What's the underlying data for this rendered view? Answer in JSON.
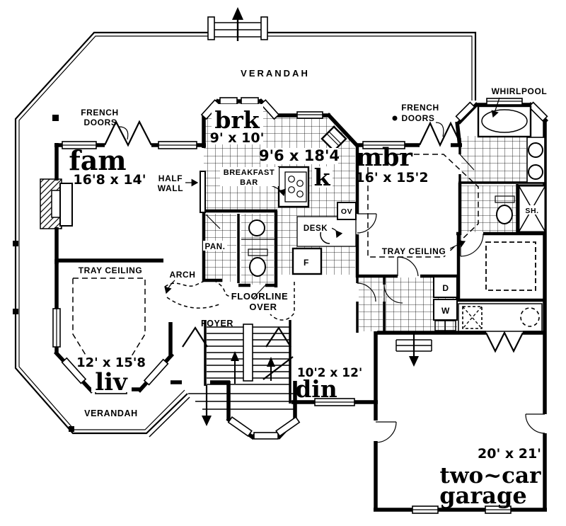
{
  "plan": {
    "colors": {
      "ink": "#000000",
      "paper": "#ffffff"
    },
    "rooms": {
      "family": {
        "abbr": "fam",
        "dims": "16'8 x 14'"
      },
      "breakfast": {
        "abbr": "brk",
        "dims": "9' x 10'"
      },
      "kitchen": {
        "abbr": "k",
        "dims": "9'6 x 18'4"
      },
      "master_bedroom": {
        "abbr": "mbr",
        "dims": "16' x 15'2"
      },
      "living": {
        "abbr": "liv",
        "dims": "12' x 15'8"
      },
      "dining": {
        "abbr": "din",
        "dims": "10'2 x 12'"
      },
      "garage": {
        "name1": "two~car",
        "name2": "garage",
        "dims": "20' x 21'"
      },
      "foyer": {
        "name": "FOYER"
      }
    },
    "labels": {
      "verandah": "VERANDAH",
      "whirlpool": "WHIRLPOOL",
      "french": "FRENCH",
      "doors": "DOORS",
      "half": "HALF",
      "wall": "WALL",
      "breakfast_bar1": "BREAKFAST",
      "breakfast_bar2": "BAR",
      "tray_ceiling": "TRAY CEILING",
      "arch": "ARCH",
      "pantry": "PAN.",
      "desk": "DESK",
      "oven": "OV",
      "fridge": "F",
      "dryer": "D",
      "washer": "W",
      "shower": "SH.",
      "floorline1": "FLOORLINE",
      "floorline2": "OVER"
    }
  }
}
